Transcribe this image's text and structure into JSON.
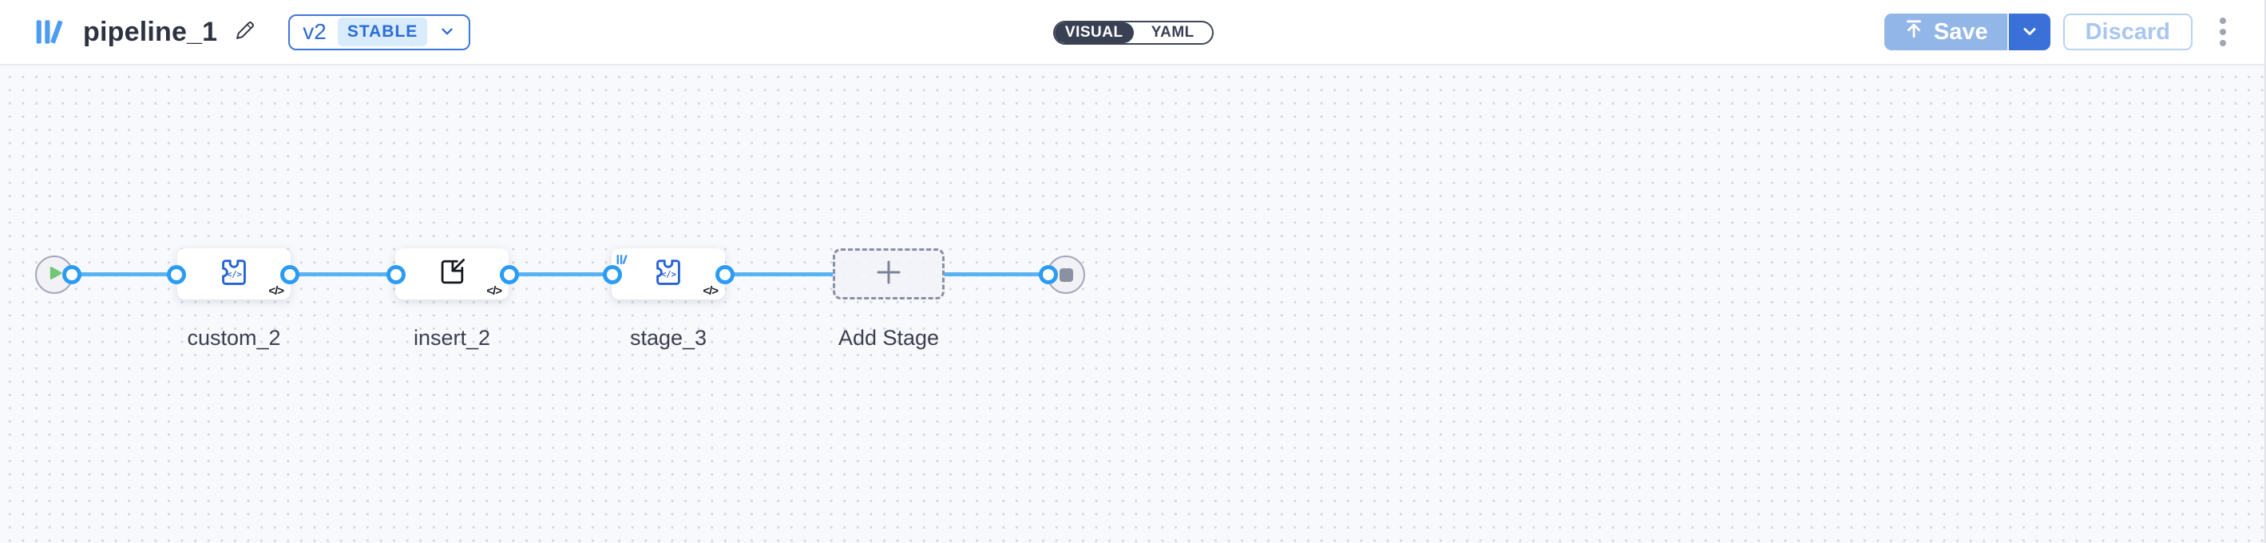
{
  "header": {
    "title": "pipeline_1",
    "edit_icon": "pencil-icon",
    "version": {
      "label": "v2",
      "badge": "STABLE",
      "chevron_icon": "chevron-down-icon"
    },
    "mode_toggle": {
      "options": [
        "VISUAL",
        "YAML"
      ],
      "selected": "VISUAL"
    },
    "save": {
      "label": "Save",
      "icon": "upload-arrow-icon",
      "caret_icon": "chevron-down-icon"
    },
    "discard_label": "Discard",
    "menu_icon": "kebab-menu-icon",
    "logo_icon": "library-bars-logo"
  },
  "pipeline": {
    "start_node": {
      "icon": "play-icon"
    },
    "end_node": {
      "icon": "stop-icon"
    },
    "stages": [
      {
        "name": "custom_2",
        "icon": "custom-gem-code-icon",
        "code_badge": "</>"
      },
      {
        "name": "insert_2",
        "icon": "insert-import-icon",
        "code_badge": "</>"
      },
      {
        "name": "stage_3",
        "icon": "custom-gem-code-icon",
        "code_badge": "</>",
        "corner_icon": "library-bars-icon"
      }
    ],
    "add_stage_label": "Add Stage"
  },
  "colors": {
    "accent_blue": "#2c6cd9",
    "edge_blue": "#58b3f3",
    "port_blue": "#2b9cf3",
    "gem_icon_blue": "#2863d4",
    "logo_blue": "#4e9bf3",
    "play_green": "#72c674",
    "toggle_dark": "#3a4054",
    "save_bg": "#92b6e8",
    "save_caret_bg": "#3a70d8",
    "stable_badge_bg": "#d8ecfc",
    "canvas_bg": "#f8f9fd",
    "dot_color": "#d3d6e0"
  }
}
